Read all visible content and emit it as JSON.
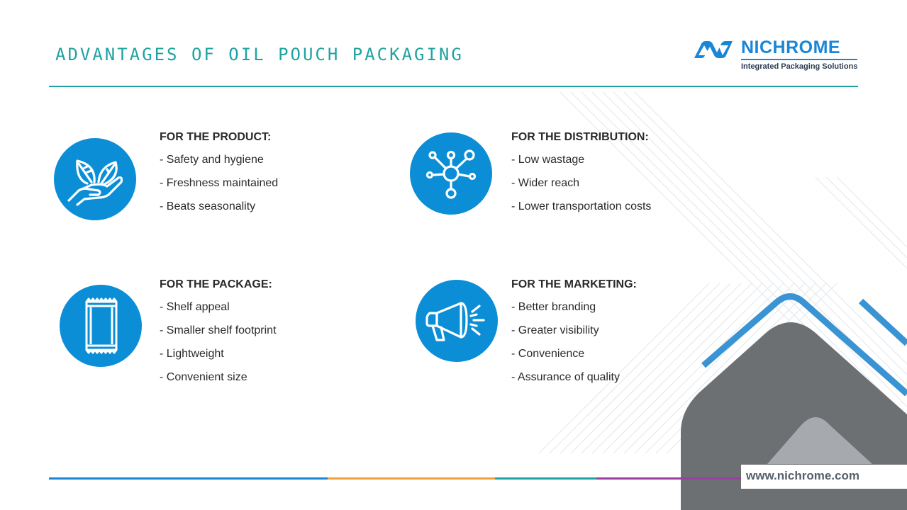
{
  "title": "ADVANTAGES OF OIL POUCH PACKAGING",
  "logo": {
    "name": "NICHROME",
    "tagline": "Integrated Packaging Solutions",
    "icon": "nichrome-logo-mark-icon"
  },
  "sections": [
    {
      "icon": "hand-with-leaves-icon",
      "heading": "FOR THE PRODUCT:",
      "items": [
        "- Safety and hygiene",
        "- Freshness maintained",
        "- Beats seasonality"
      ]
    },
    {
      "icon": "network-nodes-icon",
      "heading": "FOR THE DISTRIBUTION:",
      "items": [
        "- Low wastage",
        "- Wider reach",
        "- Lower transportation costs"
      ]
    },
    {
      "icon": "pouch-icon",
      "heading": "FOR THE PACKAGE:",
      "items": [
        "- Shelf appeal",
        "- Smaller shelf footprint",
        "- Lightweight",
        "- Convenient size"
      ]
    },
    {
      "icon": "megaphone-icon",
      "heading": "FOR THE MARKETING:",
      "items": [
        "- Better branding",
        "- Greater visibility",
        "- Convenience",
        "- Assurance of quality"
      ]
    }
  ],
  "footer": {
    "url": "www.nichrome.com",
    "bar_colors": [
      "#1a86d6",
      "#f2a03c",
      "#1fa3a0",
      "#9b3ea1"
    ]
  },
  "colors": {
    "accent_teal": "#1fa3a0",
    "brand_blue": "#1a86d6",
    "icon_blue": "#0b8ed6",
    "shape_gray": "#6d7073"
  }
}
